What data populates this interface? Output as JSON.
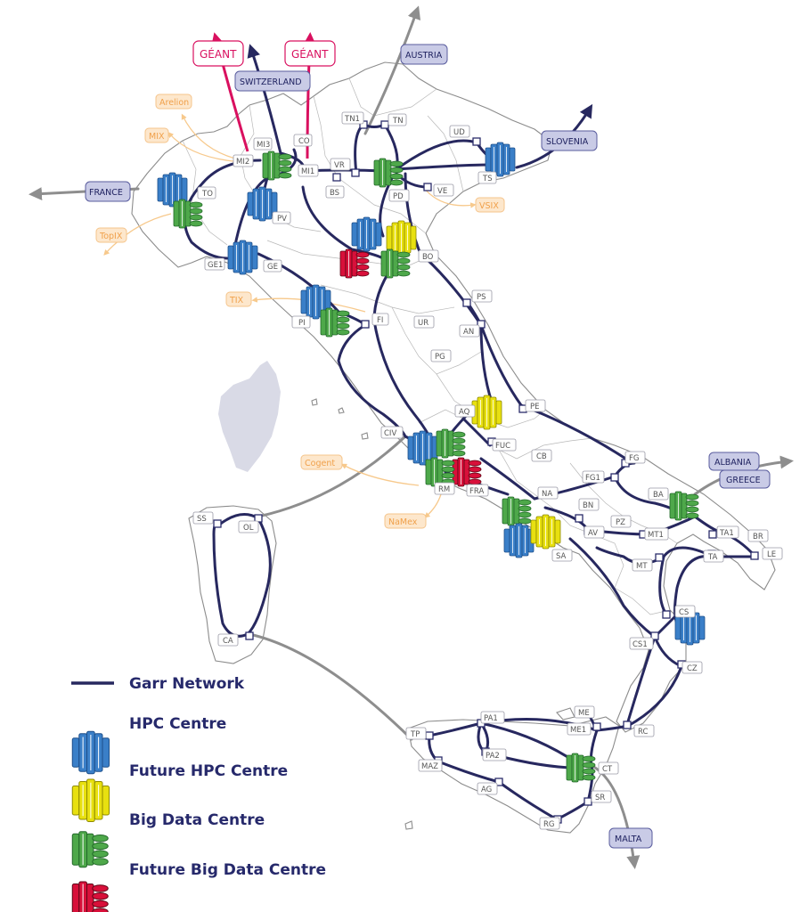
{
  "colors": {
    "garr": "#27285f",
    "hpc": "#3a7fc8",
    "future_hpc": "#e8e010",
    "big_data": "#4ea84a",
    "future_big_data": "#d8103a",
    "geant": "#d9105f",
    "intl": "#8e8e8e",
    "ix": "#f0a04a",
    "corsica": "#d9dae6"
  },
  "nodes": {
    "MI3": "MI3",
    "CO": "CO",
    "MI2": "MI2",
    "MI1": "MI1",
    "TO": "TO",
    "PV": "PV",
    "GE1": "GE1",
    "GE": "GE",
    "TN1": "TN1",
    "TN": "TN",
    "UD": "UD",
    "TS": "TS",
    "VR": "VR",
    "BS": "BS",
    "PD": "PD",
    "VE": "VE",
    "BO": "BO",
    "PI": "PI",
    "FI": "FI",
    "PS": "PS",
    "UR": "UR",
    "AN": "AN",
    "PG": "PG",
    "AQ": "AQ",
    "PE": "PE",
    "CIV": "CIV",
    "FUC": "FUC",
    "CB": "CB",
    "RM": "RM",
    "FRA": "FRA",
    "FG": "FG",
    "FG1": "FG1",
    "NA": "NA",
    "BA": "BA",
    "BN": "BN",
    "PZ": "PZ",
    "AV": "AV",
    "MT1": "MT1",
    "SA": "SA",
    "MT": "MT",
    "TA1": "TA1",
    "BR": "BR",
    "TA": "TA",
    "LE": "LE",
    "SS": "SS",
    "OL": "OL",
    "CA": "CA",
    "CS": "CS",
    "CS1": "CS1",
    "CZ": "CZ",
    "ME": "ME",
    "ME1": "ME1",
    "RC": "RC",
    "TP": "TP",
    "PA1": "PA1",
    "PA2": "PA2",
    "MAZ": "MAZ",
    "AG": "AG",
    "CT": "CT",
    "SR": "SR",
    "RG": "RG"
  },
  "external": {
    "geant1": "GÉANT",
    "geant2": "GÉANT",
    "switzerland": "SWITZERLAND",
    "austria": "AUSTRIA",
    "slovenia": "SLOVENIA",
    "france": "FRANCE",
    "albania": "ALBANIA",
    "greece": "GREECE",
    "malta": "MALTA"
  },
  "exchanges": {
    "arelion": "Arelion",
    "mix": "MIX",
    "topix": "TopIX",
    "vsix": "VSIX",
    "tix": "TIX",
    "cogent": "Cogent",
    "namex": "NaMex"
  },
  "legend": {
    "garr": "Garr Network",
    "hpc": "HPC Centre",
    "future_hpc": "Future HPC Centre",
    "big_data": "Big Data Centre",
    "future_big_data": "Future Big Data Centre"
  }
}
